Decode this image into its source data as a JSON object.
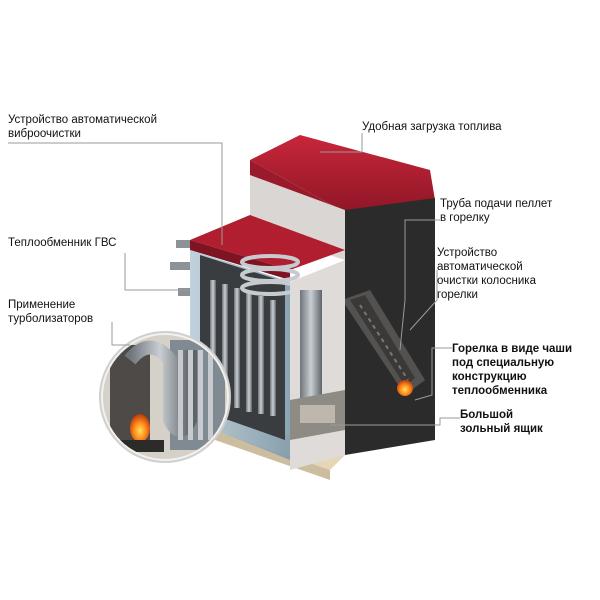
{
  "labels": {
    "vibro": "Устройство автоматической\nвиброочистки",
    "hws": "Теплообменник ГВС",
    "turbo": "Применение\nтурболизаторов",
    "fuel_loading": "Удобная загрузка топлива",
    "pellet_pipe": "Труба подачи пеллет\nв горелку",
    "grate_clean": "Устройство\nавтоматической\nочистки колосника\nгорелки",
    "burner_bowl": "Горелка в виде чаши\nпод специальную\nконструкцию\nтеплообменника",
    "ash_box": "Большой\nзольный ящик"
  },
  "colors": {
    "hopper_red": "#b01e2f",
    "hopper_red_dark": "#7e1322",
    "body_dark": "#2b2a2a",
    "insulation": "#9fb7c5",
    "base_beige": "#e6d6b8",
    "pipe_steel": "#8a8f95"
  }
}
